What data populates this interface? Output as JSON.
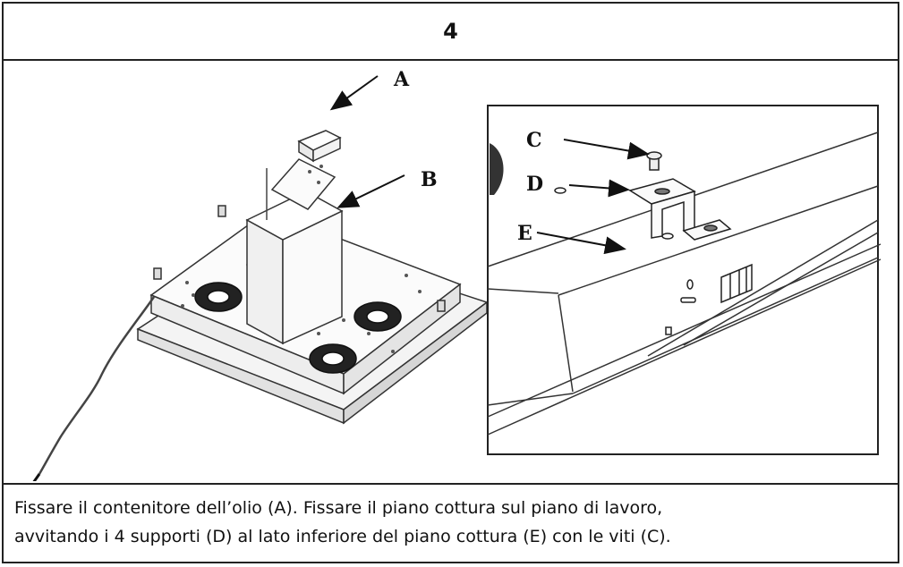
{
  "header": {
    "step_number": "4"
  },
  "figure": {
    "left_labels": {
      "a": "A",
      "b": "B"
    },
    "right_labels": {
      "c": "C",
      "d": "D",
      "e": "E"
    }
  },
  "caption": {
    "line1": "Fissare il contenitore dell’olio (A). Fissare il piano cottura sul piano di lavoro,",
    "line2": "avvitando i 4 supporti (D) al lato inferiore del piano cottura (E) con le viti (C)."
  }
}
